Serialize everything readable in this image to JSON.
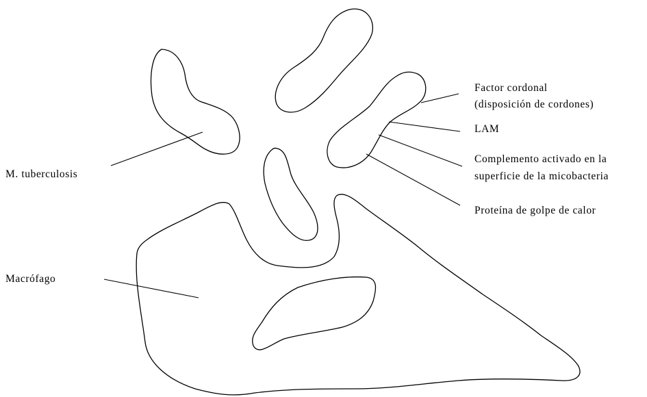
{
  "colors": {
    "background": "#ffffff",
    "ink": "#000000"
  },
  "labels": {
    "tuberculosis": "M. tuberculosis",
    "macrophage": "Macrófago",
    "cord_factor_line1": "Factor cordonal",
    "cord_factor_line2": "(disposición de cordones)",
    "lam": "LAM",
    "complement_line1": "Complemento activado  en la",
    "complement_line2": "superficie de la micobacteria",
    "heat_shock_protein": "Proteína de golpe de calor"
  }
}
